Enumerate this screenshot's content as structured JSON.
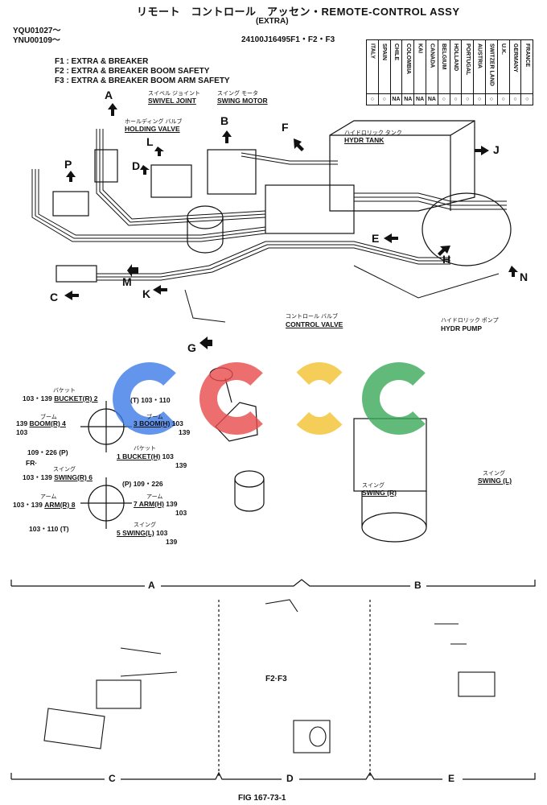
{
  "header": {
    "title_jp": "リモート　コントロール　アッセン",
    "title_en": "・REMOTE-CONTROL ASSY",
    "subtitle": "(EXTRA)",
    "serial_1": "YQU01027～",
    "serial_2": "YNU00109～",
    "part_code": "24100J16495F1・F2・F3"
  },
  "features": [
    "F1 : EXTRA & BREAKER",
    "F2 : EXTRA & BREAKER BOOM SAFETY",
    "F3 : EXTRA & BREAKER BOOM ARM SAFETY"
  ],
  "countries": [
    {
      "name": "ITALY",
      "mark": "○"
    },
    {
      "name": "SPAIN",
      "mark": "○"
    },
    {
      "name": "CHILE",
      "mark": "NA"
    },
    {
      "name": "COLOMBIA",
      "mark": "NA"
    },
    {
      "name": "KAI",
      "mark": "NA"
    },
    {
      "name": "CANADA",
      "mark": "NA"
    },
    {
      "name": "BELGIUM",
      "mark": "○"
    },
    {
      "name": "HOLLAND",
      "mark": "○"
    },
    {
      "name": "PORTUGAL",
      "mark": "○"
    },
    {
      "name": "AUSTRIA",
      "mark": "○"
    },
    {
      "name": "SWITZER LAND",
      "mark": "○"
    },
    {
      "name": "U.K.",
      "mark": "○"
    },
    {
      "name": "GERMANY",
      "mark": "○"
    },
    {
      "name": "FRANCE",
      "mark": "○"
    }
  ],
  "components": {
    "swivel_joint_jp": "スイベル ジョイント",
    "swivel_joint": "SWIVEL JOINT",
    "swing_motor_jp": "スイング モータ",
    "swing_motor": "SWING MOTOR",
    "holding_valve_jp": "ホールディング バルブ",
    "holding_valve": "HOLDING VALVE",
    "hydr_tank_jp": "ハイドロリック タンク",
    "hydr_tank": "HYDR TANK",
    "control_valve_jp": "コントロール バルブ",
    "control_valve": "CONTROL VALVE",
    "hydr_pump_jp": "ハイドロリック ポンプ",
    "hydr_pump": "HYDR PUMP"
  },
  "ports_left": {
    "bucket_r_jp": "バケット",
    "bucket_r": "BUCKET(R) 2",
    "boom_r_jp": "ブーム",
    "boom_r": "BOOM(R) 4",
    "boom_h_jp": "ブーム",
    "boom_h": "3  BOOM(H)",
    "bucket_h_jp": "バケット",
    "bucket_h": "1  BUCKET(H)",
    "swing_r_jp": "スイング",
    "swing_r": "SWING(R) 6",
    "arm_r_jp": "アーム",
    "arm_r": "ARM(R) 8",
    "arm_h_jp": "アーム",
    "arm_h": "7  ARM(H)",
    "swing_l_jp": "スイング",
    "swing_l": "5  SWING(L)",
    "t_110": "(T) 103・110",
    "p_109_226": "109・226 (P)",
    "p_109_226b": "(P) 109・226",
    "t_103_110": "103・110 (T)",
    "fr": "FR·"
  },
  "swing_labels": {
    "swing_r_jp": "スイング",
    "swing_r": "SWING (R)",
    "swing_l_jp": "スイング",
    "swing_l": "SWING (L)"
  },
  "sections": [
    "A",
    "B",
    "C",
    "D",
    "E"
  ],
  "callout_letters": [
    "A",
    "B",
    "C",
    "D",
    "E",
    "F",
    "G",
    "H",
    "J",
    "K",
    "L",
    "M",
    "N",
    "P"
  ],
  "f2f3": "F2·F3",
  "figure_ref": "FIG 167-73-1",
  "watermark": {
    "colors": [
      "#3d7be8",
      "#e84a4a",
      "#f2c230",
      "#3aa85a"
    ]
  }
}
